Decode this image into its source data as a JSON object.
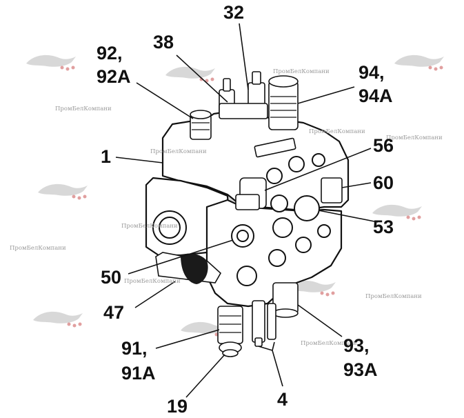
{
  "callouts": {
    "c32": "32",
    "c38": "38",
    "c92_a": "92,",
    "c92_b": "92A",
    "c94_a": "94,",
    "c94_b": "94A",
    "c1": "1",
    "c56": "56",
    "c60": "60",
    "c53": "53",
    "c50": "50",
    "c47": "47",
    "c91_a": "91,",
    "c91_b": "91A",
    "c93_a": "93,",
    "c93_b": "93A",
    "c19": "19",
    "c4": "4"
  },
  "watermark": {
    "text": "ПромБелКомпани"
  },
  "colors": {
    "ink": "#111111",
    "watermark": "#9a9a9a",
    "logo": "#c85050"
  }
}
